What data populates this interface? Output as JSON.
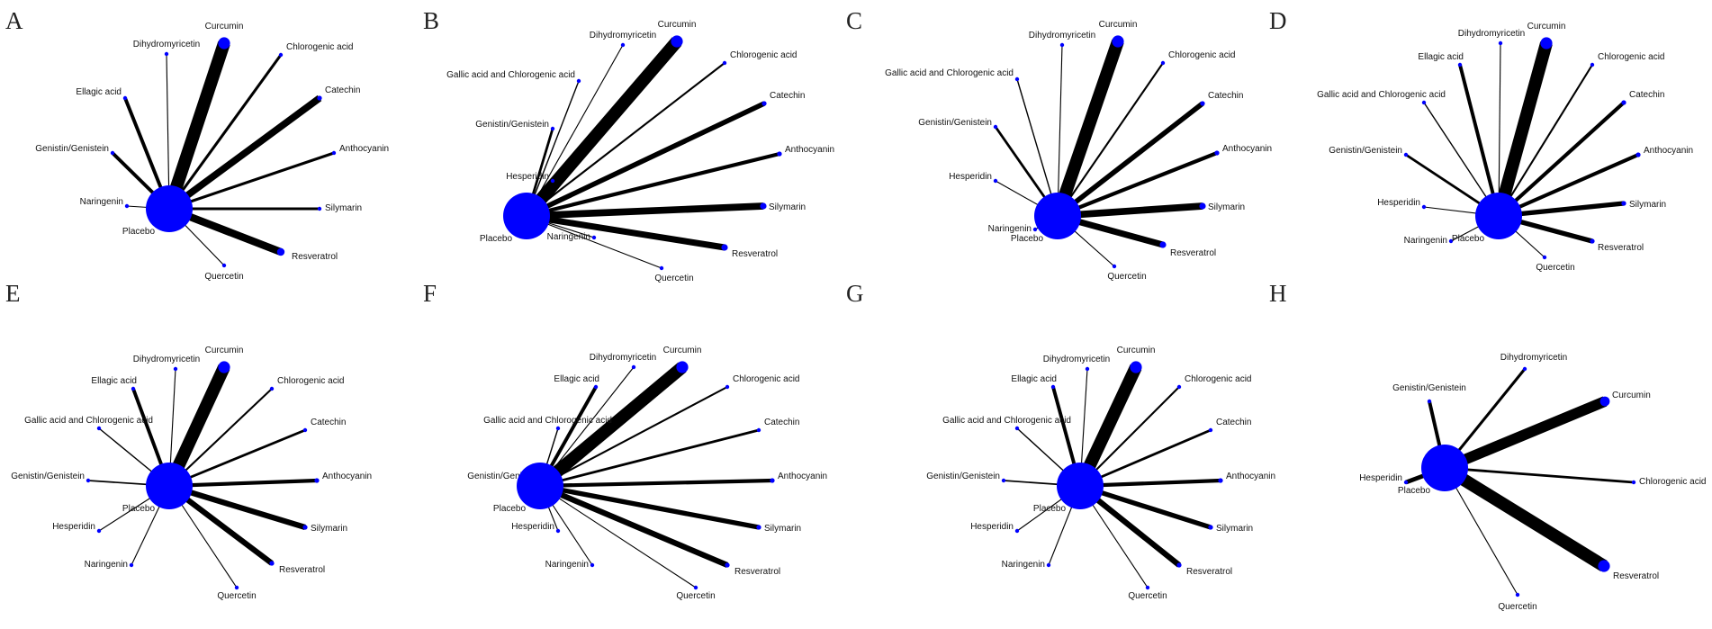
{
  "figure": {
    "colors": {
      "node": "#0000ff",
      "edge": "#000000",
      "text": "#111111"
    },
    "center_treatment": "Placebo",
    "panels": [
      {
        "letter": "A",
        "center_weight": 1.0,
        "treatments": [
          {
            "name": "Curcumin",
            "node_weight": 0.55,
            "edge_weight": 1.0
          },
          {
            "name": "Dihydromyricetin",
            "node_weight": 0.12,
            "edge_weight": 0.08
          },
          {
            "name": "Chlorogenic acid",
            "node_weight": 0.18,
            "edge_weight": 0.22
          },
          {
            "name": "Ellagic acid",
            "node_weight": 0.18,
            "edge_weight": 0.28
          },
          {
            "name": "Catechin",
            "node_weight": 0.22,
            "edge_weight": 0.55
          },
          {
            "name": "Genistin/Genistein",
            "node_weight": 0.18,
            "edge_weight": 0.28
          },
          {
            "name": "Anthocyanin",
            "node_weight": 0.18,
            "edge_weight": 0.22
          },
          {
            "name": "Naringenin",
            "node_weight": 0.12,
            "edge_weight": 0.08
          },
          {
            "name": "Silymarin",
            "node_weight": 0.18,
            "edge_weight": 0.22
          },
          {
            "name": "Resveratrol",
            "node_weight": 0.35,
            "edge_weight": 0.6
          },
          {
            "name": "Quercetin",
            "node_weight": 0.12,
            "edge_weight": 0.08
          }
        ]
      },
      {
        "letter": "B",
        "center_weight": 1.0,
        "treatments": [
          {
            "name": "Curcumin",
            "node_weight": 0.55,
            "edge_weight": 1.0
          },
          {
            "name": "Dihydromyricetin",
            "node_weight": 0.12,
            "edge_weight": 0.08
          },
          {
            "name": "Chlorogenic acid",
            "node_weight": 0.18,
            "edge_weight": 0.15
          },
          {
            "name": "Gallic acid and Chlorogenic acid",
            "node_weight": 0.12,
            "edge_weight": 0.1
          },
          {
            "name": "Catechin",
            "node_weight": 0.22,
            "edge_weight": 0.4
          },
          {
            "name": "Genistin/Genistein",
            "node_weight": 0.18,
            "edge_weight": 0.2
          },
          {
            "name": "Anthocyanin",
            "node_weight": 0.22,
            "edge_weight": 0.3
          },
          {
            "name": "Hesperidin",
            "node_weight": 0.12,
            "edge_weight": 0.08
          },
          {
            "name": "Silymarin",
            "node_weight": 0.3,
            "edge_weight": 0.55
          },
          {
            "name": "Naringenin",
            "node_weight": 0.12,
            "edge_weight": 0.08
          },
          {
            "name": "Resveratrol",
            "node_weight": 0.3,
            "edge_weight": 0.5
          },
          {
            "name": "Quercetin",
            "node_weight": 0.12,
            "edge_weight": 0.08
          }
        ]
      },
      {
        "letter": "C",
        "center_weight": 1.0,
        "treatments": [
          {
            "name": "Curcumin",
            "node_weight": 0.55,
            "edge_weight": 1.0
          },
          {
            "name": "Dihydromyricetin",
            "node_weight": 0.12,
            "edge_weight": 0.08
          },
          {
            "name": "Chlorogenic acid",
            "node_weight": 0.18,
            "edge_weight": 0.15
          },
          {
            "name": "Gallic acid and Chlorogenic acid",
            "node_weight": 0.12,
            "edge_weight": 0.1
          },
          {
            "name": "Catechin",
            "node_weight": 0.22,
            "edge_weight": 0.4
          },
          {
            "name": "Genistin/Genistein",
            "node_weight": 0.18,
            "edge_weight": 0.2
          },
          {
            "name": "Anthocyanin",
            "node_weight": 0.22,
            "edge_weight": 0.3
          },
          {
            "name": "Hesperidin",
            "node_weight": 0.12,
            "edge_weight": 0.08
          },
          {
            "name": "Silymarin",
            "node_weight": 0.3,
            "edge_weight": 0.55
          },
          {
            "name": "Naringenin",
            "node_weight": 0.12,
            "edge_weight": 0.08
          },
          {
            "name": "Resveratrol",
            "node_weight": 0.3,
            "edge_weight": 0.5
          },
          {
            "name": "Quercetin",
            "node_weight": 0.12,
            "edge_weight": 0.08
          }
        ]
      },
      {
        "letter": "D",
        "center_weight": 1.0,
        "treatments": [
          {
            "name": "Ellagic acid",
            "node_weight": 0.18,
            "edge_weight": 0.28
          },
          {
            "name": "Dihydromyricetin",
            "node_weight": 0.12,
            "edge_weight": 0.08
          },
          {
            "name": "Curcumin",
            "node_weight": 0.55,
            "edge_weight": 1.0
          },
          {
            "name": "Chlorogenic acid",
            "node_weight": 0.18,
            "edge_weight": 0.15
          },
          {
            "name": "Gallic acid and Chlorogenic acid",
            "node_weight": 0.12,
            "edge_weight": 0.1
          },
          {
            "name": "Catechin",
            "node_weight": 0.22,
            "edge_weight": 0.3
          },
          {
            "name": "Genistin/Genistein",
            "node_weight": 0.18,
            "edge_weight": 0.2
          },
          {
            "name": "Anthocyanin",
            "node_weight": 0.22,
            "edge_weight": 0.3
          },
          {
            "name": "Hesperidin",
            "node_weight": 0.12,
            "edge_weight": 0.08
          },
          {
            "name": "Silymarin",
            "node_weight": 0.22,
            "edge_weight": 0.38
          },
          {
            "name": "Naringenin",
            "node_weight": 0.12,
            "edge_weight": 0.08
          },
          {
            "name": "Resveratrol",
            "node_weight": 0.22,
            "edge_weight": 0.38
          },
          {
            "name": "Quercetin",
            "node_weight": 0.12,
            "edge_weight": 0.08
          }
        ]
      },
      {
        "letter": "E",
        "center_weight": 1.0,
        "treatments": [
          {
            "name": "Ellagic acid",
            "node_weight": 0.18,
            "edge_weight": 0.28
          },
          {
            "name": "Dihydromyricetin",
            "node_weight": 0.12,
            "edge_weight": 0.08
          },
          {
            "name": "Curcumin",
            "node_weight": 0.55,
            "edge_weight": 1.0
          },
          {
            "name": "Chlorogenic acid",
            "node_weight": 0.18,
            "edge_weight": 0.15
          },
          {
            "name": "Gallic acid and Chlorogenic acid",
            "node_weight": 0.12,
            "edge_weight": 0.1
          },
          {
            "name": "Catechin",
            "node_weight": 0.18,
            "edge_weight": 0.2
          },
          {
            "name": "Genistin/Genistein",
            "node_weight": 0.12,
            "edge_weight": 0.12
          },
          {
            "name": "Anthocyanin",
            "node_weight": 0.22,
            "edge_weight": 0.3
          },
          {
            "name": "Hesperidin",
            "node_weight": 0.12,
            "edge_weight": 0.08
          },
          {
            "name": "Silymarin",
            "node_weight": 0.22,
            "edge_weight": 0.45
          },
          {
            "name": "Naringenin",
            "node_weight": 0.12,
            "edge_weight": 0.08
          },
          {
            "name": "Resveratrol",
            "node_weight": 0.22,
            "edge_weight": 0.45
          },
          {
            "name": "Quercetin",
            "node_weight": 0.12,
            "edge_weight": 0.08
          }
        ]
      },
      {
        "letter": "F",
        "center_weight": 1.0,
        "treatments": [
          {
            "name": "Ellagic acid",
            "node_weight": 0.18,
            "edge_weight": 0.28
          },
          {
            "name": "Dihydromyricetin",
            "node_weight": 0.12,
            "edge_weight": 0.08
          },
          {
            "name": "Curcumin",
            "node_weight": 0.55,
            "edge_weight": 1.0
          },
          {
            "name": "Chlorogenic acid",
            "node_weight": 0.18,
            "edge_weight": 0.15
          },
          {
            "name": "Gallic acid and Chlorogenic acid",
            "node_weight": 0.12,
            "edge_weight": 0.1
          },
          {
            "name": "Catechin",
            "node_weight": 0.18,
            "edge_weight": 0.2
          },
          {
            "name": "Genistin/Genistein",
            "node_weight": 0.12,
            "edge_weight": 0.12
          },
          {
            "name": "Anthocyanin",
            "node_weight": 0.22,
            "edge_weight": 0.3
          },
          {
            "name": "Hesperidin",
            "node_weight": 0.12,
            "edge_weight": 0.08
          },
          {
            "name": "Silymarin",
            "node_weight": 0.22,
            "edge_weight": 0.38
          },
          {
            "name": "Naringenin",
            "node_weight": 0.12,
            "edge_weight": 0.08
          },
          {
            "name": "Resveratrol",
            "node_weight": 0.22,
            "edge_weight": 0.45
          },
          {
            "name": "Quercetin",
            "node_weight": 0.12,
            "edge_weight": 0.08
          }
        ]
      },
      {
        "letter": "G",
        "center_weight": 1.0,
        "treatments": [
          {
            "name": "Ellagic acid",
            "node_weight": 0.18,
            "edge_weight": 0.28
          },
          {
            "name": "Dihydromyricetin",
            "node_weight": 0.12,
            "edge_weight": 0.08
          },
          {
            "name": "Curcumin",
            "node_weight": 0.55,
            "edge_weight": 1.0
          },
          {
            "name": "Chlorogenic acid",
            "node_weight": 0.18,
            "edge_weight": 0.15
          },
          {
            "name": "Gallic acid and Chlorogenic acid",
            "node_weight": 0.12,
            "edge_weight": 0.1
          },
          {
            "name": "Catechin",
            "node_weight": 0.18,
            "edge_weight": 0.2
          },
          {
            "name": "Genistin/Genistein",
            "node_weight": 0.12,
            "edge_weight": 0.12
          },
          {
            "name": "Anthocyanin",
            "node_weight": 0.22,
            "edge_weight": 0.3
          },
          {
            "name": "Hesperidin",
            "node_weight": 0.12,
            "edge_weight": 0.08
          },
          {
            "name": "Silymarin",
            "node_weight": 0.22,
            "edge_weight": 0.38
          },
          {
            "name": "Naringenin",
            "node_weight": 0.12,
            "edge_weight": 0.08
          },
          {
            "name": "Resveratrol",
            "node_weight": 0.22,
            "edge_weight": 0.45
          },
          {
            "name": "Quercetin",
            "node_weight": 0.12,
            "edge_weight": 0.08
          }
        ]
      },
      {
        "letter": "H",
        "center_weight": 1.0,
        "treatments": [
          {
            "name": "Dihydromyricetin",
            "node_weight": 0.12,
            "edge_weight": 0.22
          },
          {
            "name": "Genistin/Genistein",
            "node_weight": 0.12,
            "edge_weight": 0.28
          },
          {
            "name": "Curcumin",
            "node_weight": 0.45,
            "edge_weight": 0.85
          },
          {
            "name": "Hesperidin",
            "node_weight": 0.18,
            "edge_weight": 0.35
          },
          {
            "name": "Chlorogenic acid",
            "node_weight": 0.15,
            "edge_weight": 0.2
          },
          {
            "name": "Resveratrol",
            "node_weight": 0.55,
            "edge_weight": 1.0
          },
          {
            "name": "Quercetin",
            "node_weight": 0.12,
            "edge_weight": 0.08
          }
        ]
      }
    ]
  }
}
